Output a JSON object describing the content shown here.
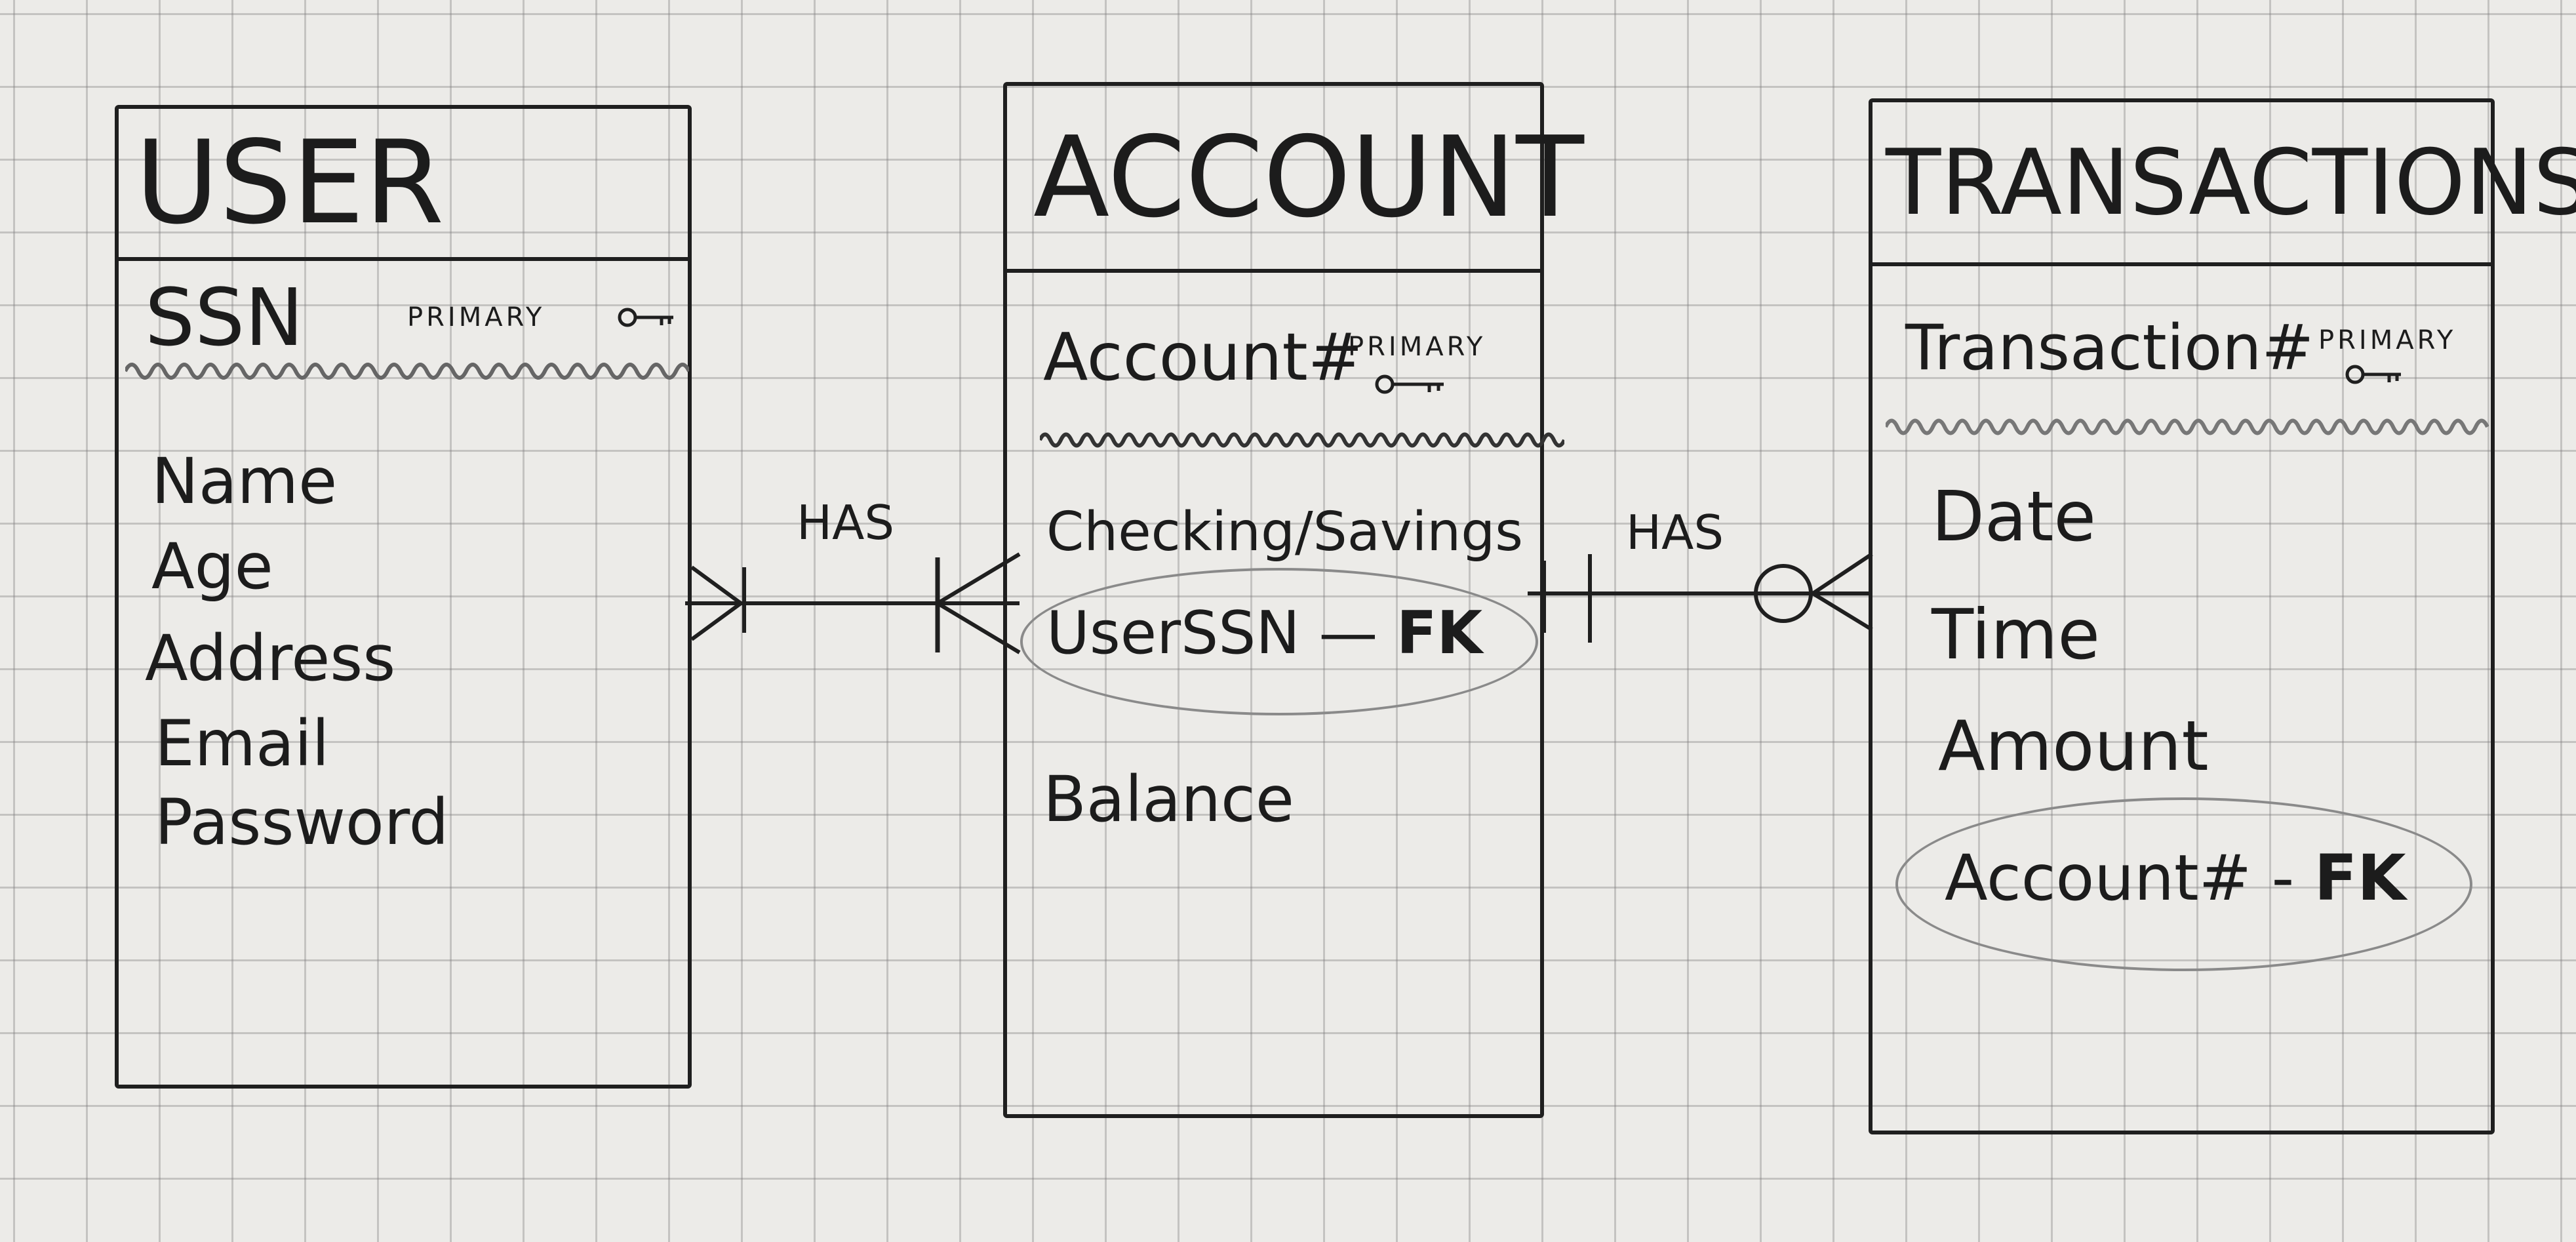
{
  "diagram": {
    "relationships": [
      {
        "label": "HAS"
      },
      {
        "label": "HAS"
      }
    ],
    "user": {
      "title": "USER",
      "primary_key": "SSN",
      "primary_tag": "PRIMARY",
      "attributes": [
        "Name",
        "Age",
        "Address",
        "Email",
        "Password"
      ]
    },
    "account": {
      "title": "ACCOUNT",
      "primary_key": "Account#",
      "primary_tag": "PRIMARY",
      "attributes": [
        "Checking/Savings"
      ],
      "foreign_key": {
        "name": "UserSSN",
        "tag": "FK"
      },
      "attributes_after_fk": [
        "Balance"
      ]
    },
    "transactions": {
      "title": "TRANSACTIONS",
      "primary_key": "Transaction#",
      "primary_tag": "PRIMARY",
      "attributes": [
        "Date",
        "Time",
        "Amount"
      ],
      "foreign_key": {
        "name": "Account#",
        "tag": "FK"
      }
    }
  },
  "colors": {
    "ink": "#1f1f1f",
    "paper": "#ecebe8",
    "grid": "#9a9a9a",
    "fk_ellipse": "#8a8a8a"
  }
}
